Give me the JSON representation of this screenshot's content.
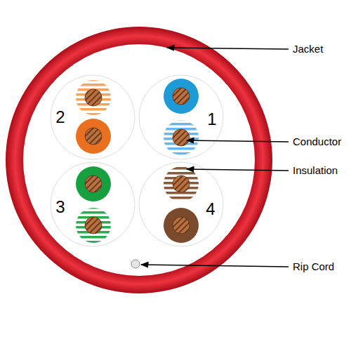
{
  "diagram": {
    "labels": [
      "Jacket",
      "2",
      "1",
      "Conductor",
      "Insulation",
      "3",
      "4",
      "Rip Cord"
    ]
  }
}
